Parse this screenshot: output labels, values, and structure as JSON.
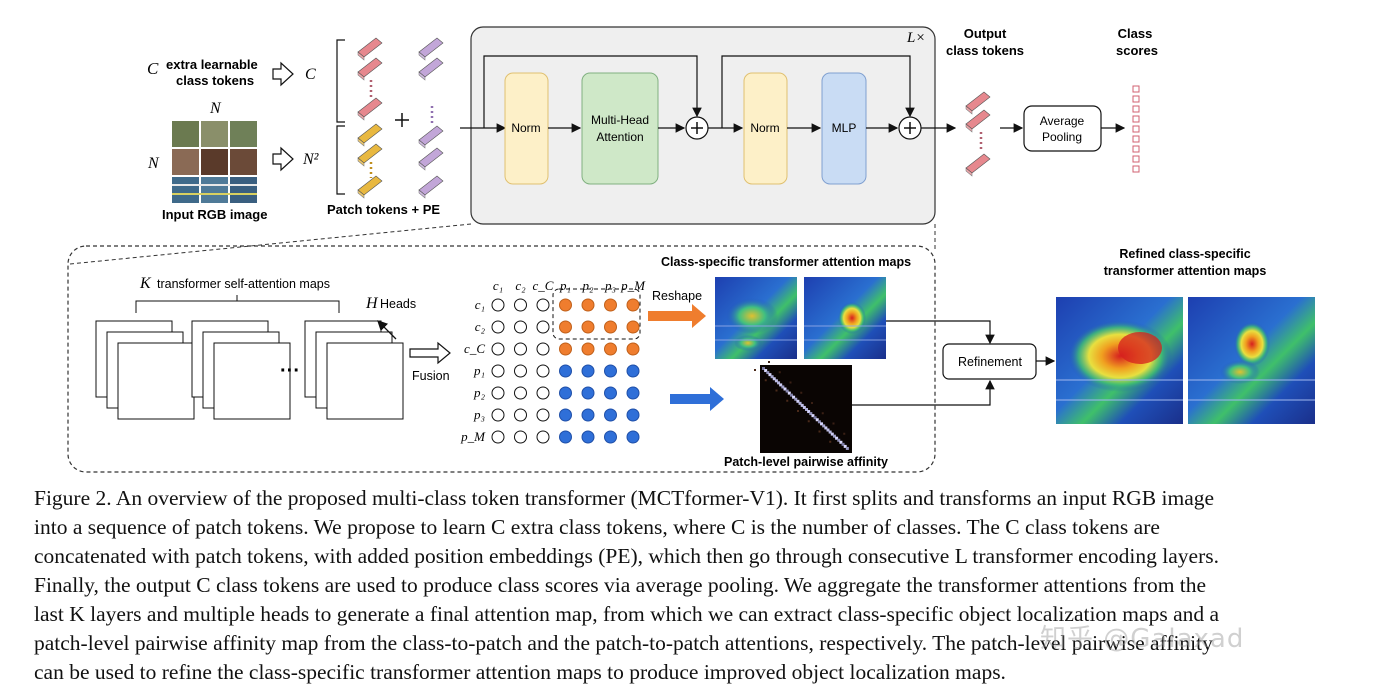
{
  "figure": {
    "input": {
      "extra_tokens_var": "C",
      "extra_tokens_label_1": "extra learnable",
      "extra_tokens_label_2": "class tokens",
      "grid_top": "N",
      "grid_left": "N",
      "image_label": "Input RGB image",
      "count_c": "C",
      "count_n2": "N²",
      "patch_label": "Patch tokens + PE"
    },
    "encoder": {
      "repeat": "L×",
      "norm1": "Norm",
      "attention_1": "Multi-Head",
      "attention_2": "Attention",
      "norm2": "Norm",
      "mlp": "MLP"
    },
    "output": {
      "tokens_1": "Output",
      "tokens_2": "class tokens",
      "pool_1": "Average",
      "pool_2": "Pooling",
      "scores_1": "Class",
      "scores_2": "scores"
    },
    "attention_panel": {
      "k_label_var": "K",
      "k_label": "transformer self-attention maps",
      "h_label_var": "H",
      "h_label": "Heads",
      "fusion": "Fusion",
      "col_labels": [
        "c₁",
        "c₂",
        "c_C",
        "p₁",
        "p₂",
        "p₃",
        "p_M"
      ],
      "row_labels": [
        "c₁",
        "c₂",
        "c_C",
        "p₁",
        "p₂",
        "p₃",
        "p_M"
      ],
      "reshape": "Reshape",
      "class_maps_title": "Class-specific transformer attention maps",
      "affinity_title": "Patch-level pairwise affinity",
      "refinement": "Refinement",
      "refined_title_1": "Refined class-specific",
      "refined_title_2": "transformer attention maps"
    },
    "colors": {
      "class_token": "#e6888e",
      "patch_token": "#e8b840",
      "pe_token": "#c2a6d8",
      "norm_fill": "#fdf0c8",
      "attention_fill": "#cfe8c8",
      "mlp_fill": "#c9dcf4",
      "orange_dot": "#ef7d2e",
      "blue_dot": "#2f6fd8"
    }
  },
  "caption": {
    "lines": [
      "Figure 2. An overview of the proposed multi-class token transformer (MCTformer-V1). It first splits and transforms an input RGB image",
      "into a sequence of patch tokens. We propose to learn C extra class tokens, where C is the number of classes. The C class tokens are",
      "concatenated with patch tokens, with added position embeddings (PE), which then go through consecutive L transformer encoding layers.",
      "Finally, the output C class tokens are used to produce class scores via average pooling. We aggregate the transformer attentions from the",
      "last K layers and multiple heads to generate a final attention map, from which we can extract class-specific object localization maps and a",
      "patch-level pairwise affinity map from the class-to-patch and the patch-to-patch attentions, respectively. The patch-level pairwise affinity",
      "can be used to refine the class-specific transformer attention maps to produce improved object localization maps."
    ]
  },
  "watermark": "知乎 @Galaxad"
}
